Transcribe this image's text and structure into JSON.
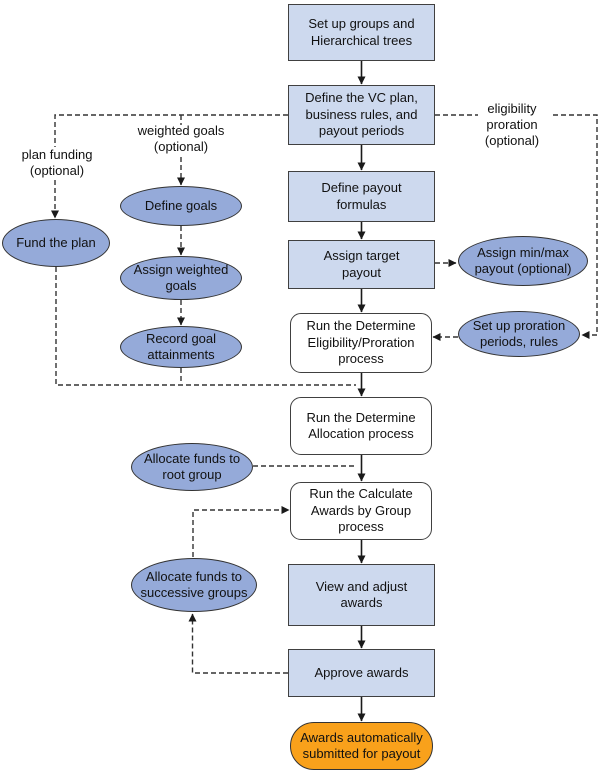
{
  "diagram": {
    "type": "flowchart",
    "background": "#ffffff",
    "colors": {
      "step_fill": "#cdd9ee",
      "process_fill": "#ffffff",
      "optional_fill": "#95aad9",
      "terminal_fill": "#f9a11b",
      "border": "#404040",
      "text": "#111111",
      "solid_connector": "#1a1a1a",
      "dashed_connector": "#333333"
    },
    "nodes": {
      "setup_groups": "Set up groups and\nHierarchical trees",
      "define_vc_plan": "Define the VC plan,\nbusiness rules, and\npayout periods",
      "define_payout_formulas": "Define payout\nformulas",
      "assign_target_payout": "Assign target\npayout",
      "run_eligibility": "Run the Determine\nEligibility/Proration\nprocess",
      "run_allocation": "Run the Determine\nAllocation process",
      "run_calculate_awards": "Run the Calculate\nAwards by Group\nprocess",
      "view_adjust_awards": "View and adjust\nawards",
      "approve_awards": "Approve awards",
      "awards_submitted": "Awards automatically\nsubmitted for payout",
      "fund_the_plan": "Fund the plan",
      "define_goals": "Define goals",
      "assign_weighted_goals": "Assign weighted\ngoals",
      "record_goal_attainments": "Record goal\nattainments",
      "assign_minmax_payout": "Assign min/max\npayout (optional)",
      "setup_proration": "Set up proration\nperiods, rules",
      "allocate_root": "Allocate funds to\nroot group",
      "allocate_successive": "Allocate funds to\nsuccessive groups"
    },
    "annotations": {
      "plan_funding": "plan funding\n(optional)",
      "weighted_goals": "weighted goals\n(optional)",
      "eligibility_proration": "eligibility\nproration\n(optional)"
    }
  }
}
